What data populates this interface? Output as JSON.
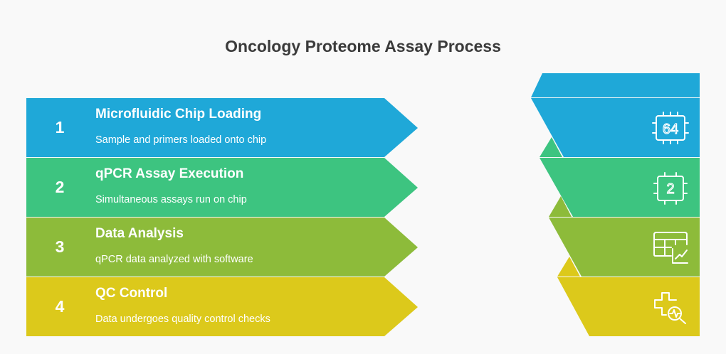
{
  "title": "Oncology Proteome Assay Process",
  "colors": {
    "background": "#f9f9f9",
    "step1": "#1fa8d8",
    "step2": "#3dc480",
    "step3": "#8dbb3a",
    "step4": "#dcc91b",
    "text": "#ffffff",
    "title": "#3b3b3b"
  },
  "steps": [
    {
      "number": "1",
      "title": "Microfluidic Chip Loading",
      "description": "Sample and primers loaded onto chip",
      "icon": "chip-64-icon",
      "icon_text": "64"
    },
    {
      "number": "2",
      "title": "qPCR Assay Execution",
      "description": "Simultaneous assays run on chip",
      "icon": "chip-2-icon",
      "icon_text": "2"
    },
    {
      "number": "3",
      "title": "Data Analysis",
      "description": "qPCR data analyzed with software",
      "icon": "table-chart-icon"
    },
    {
      "number": "4",
      "title": "QC Control",
      "description": "Data undergoes quality control checks",
      "icon": "health-search-icon"
    }
  ]
}
